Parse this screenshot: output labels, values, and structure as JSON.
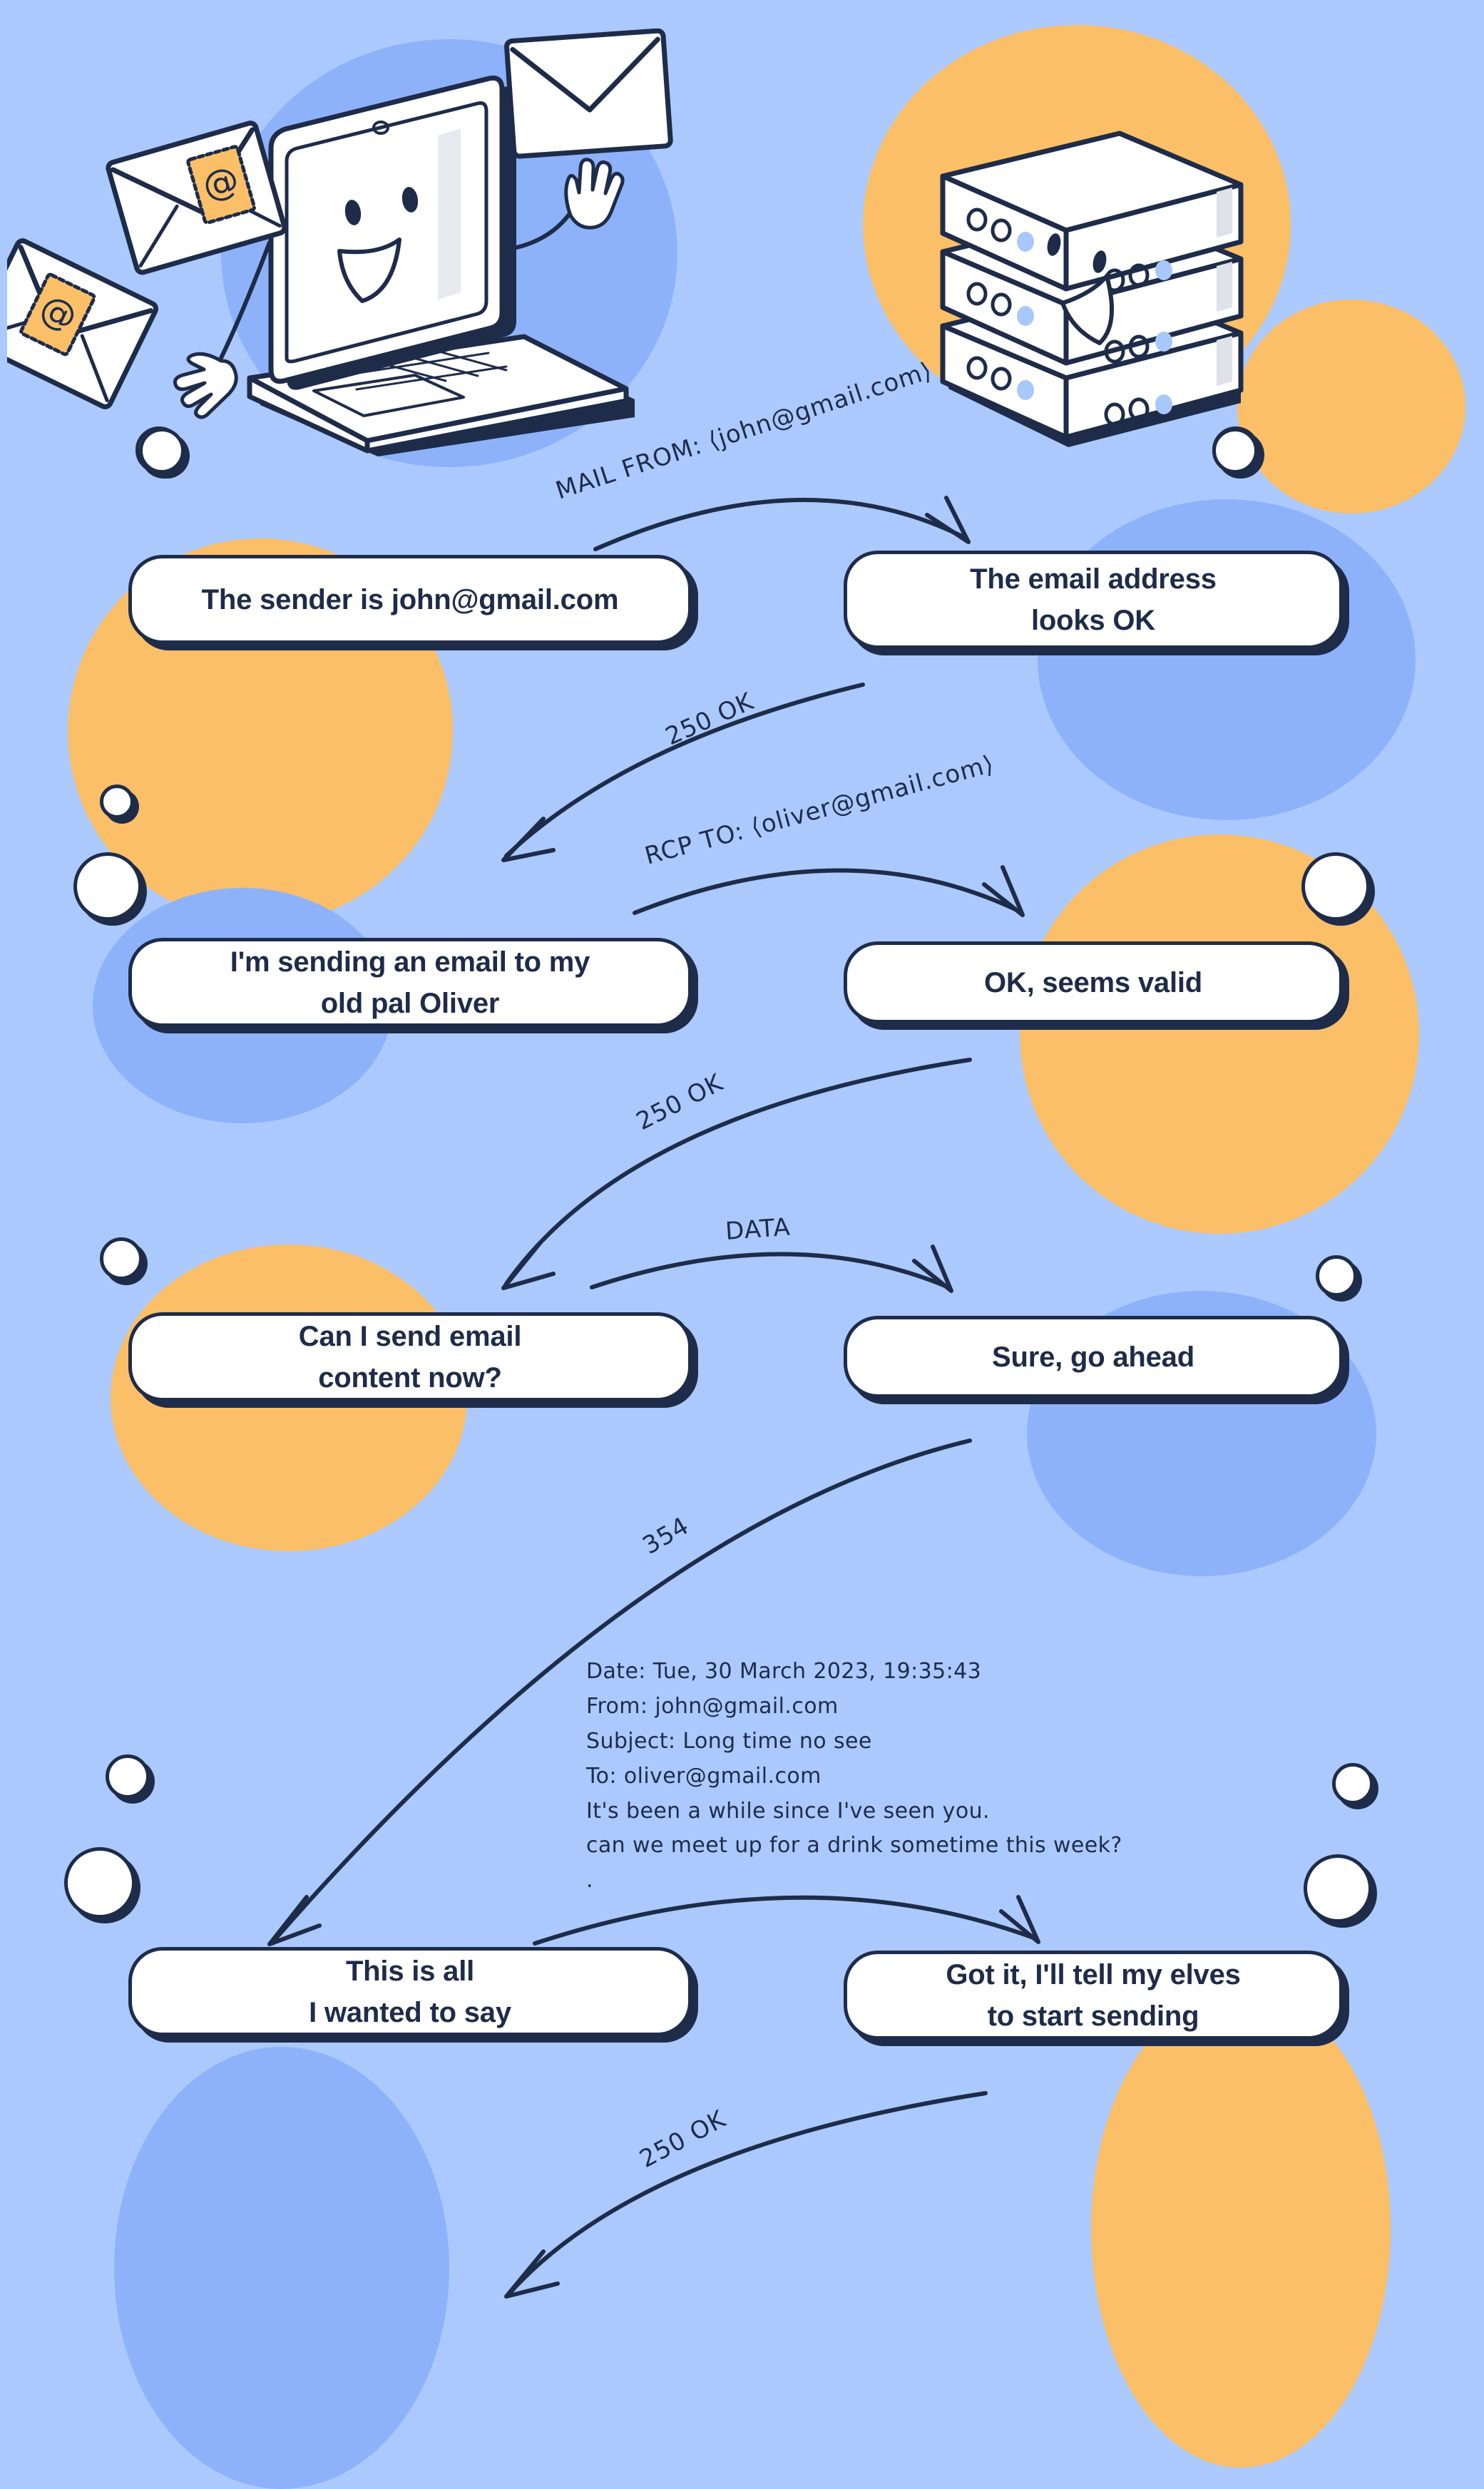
{
  "scene": {
    "title": "SMTP email conversation diagram",
    "background_color": "#abc9fd",
    "ink_color": "#1e2c49",
    "orange": "#fbbf68",
    "blue_accent": "#8db2fa"
  },
  "illustrations": {
    "left": {
      "name": "laptop-character",
      "description": "smiling laptop with envelopes"
    },
    "right": {
      "name": "server-character",
      "description": "smiling stacked servers"
    },
    "envelope_stamp_symbol": "@"
  },
  "arrows": [
    {
      "id": "a1",
      "label": "MAIL FROM: ⟨john@gmail.com⟩",
      "direction": "left-to-right"
    },
    {
      "id": "a2",
      "label": "250 OK",
      "direction": "right-to-left"
    },
    {
      "id": "a3",
      "label": "RCP TO: ⟨oliver@gmail.com⟩",
      "direction": "left-to-right"
    },
    {
      "id": "a4",
      "label": "250 OK",
      "direction": "right-to-left"
    },
    {
      "id": "a5",
      "label": "DATA",
      "direction": "left-to-right"
    },
    {
      "id": "a6",
      "label": "354",
      "direction": "right-to-left"
    },
    {
      "id": "a7",
      "label": "",
      "direction": "left-to-right"
    },
    {
      "id": "a8",
      "label": "250 OK",
      "direction": "right-to-left"
    }
  ],
  "bubbles": [
    {
      "id": "b1",
      "side": "left",
      "lines": [
        "The sender is john@gmail.com"
      ]
    },
    {
      "id": "b2",
      "side": "right",
      "lines": [
        "The email address",
        "looks OK"
      ]
    },
    {
      "id": "b3",
      "side": "left",
      "lines": [
        "I'm sending an email to my",
        "old pal Oliver"
      ]
    },
    {
      "id": "b4",
      "side": "right",
      "lines": [
        "OK, seems valid"
      ]
    },
    {
      "id": "b5",
      "side": "left",
      "lines": [
        "Can I send email",
        "content now?"
      ]
    },
    {
      "id": "b6",
      "side": "right",
      "lines": [
        "Sure, go ahead"
      ]
    },
    {
      "id": "b7",
      "side": "left",
      "lines": [
        "This is all",
        "I wanted to say"
      ]
    },
    {
      "id": "b8",
      "side": "right",
      "lines": [
        "Got it, I'll tell my elves",
        "to start sending"
      ]
    }
  ],
  "email_message": {
    "lines": [
      "Date: Tue, 30 March 2023, 19:35:43",
      "From: john@gmail.com",
      "Subject: Long time no see",
      "To: oliver@gmail.com",
      "It's been a while since I've seen you.",
      "can we meet up for a drink sometime this week?",
      "."
    ]
  }
}
